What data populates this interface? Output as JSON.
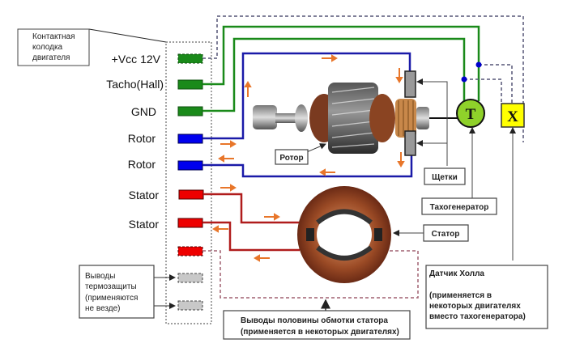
{
  "connector_block": {
    "title_lines": [
      "Контактная",
      "колодка",
      "двигателя"
    ],
    "pins": [
      {
        "label": "+Vcc 12V",
        "color": "#1a8a1a",
        "style": "dashed"
      },
      {
        "label": "Tacho(Hall)",
        "color": "#1a8a1a",
        "style": "solid"
      },
      {
        "label": "GND",
        "color": "#1a8a1a",
        "style": "solid"
      },
      {
        "label": "Rotor",
        "color": "#0000ee",
        "style": "solid"
      },
      {
        "label": "Rotor",
        "color": "#0000ee",
        "style": "solid"
      },
      {
        "label": "Stator",
        "color": "#ee0000",
        "style": "solid"
      },
      {
        "label": "Stator",
        "color": "#ee0000",
        "style": "solid"
      },
      {
        "label": "",
        "color": "#ee0000",
        "style": "dashed"
      },
      {
        "label": "",
        "color": "#c8c8c8",
        "style": "dashed"
      },
      {
        "label": "",
        "color": "#c8c8c8",
        "style": "dashed"
      }
    ]
  },
  "callouts": {
    "rotor": "Ротор",
    "brushes": "Щетки",
    "tachogenerator": "Тахогенератор",
    "stator": "Статор",
    "hall_sensor": {
      "title": "Датчик Холла",
      "note_lines": [
        "(применяется в",
        "некоторых двигателях",
        "вместо тахогенератора)"
      ]
    },
    "thermal_protection": [
      "Выводы",
      "термозащиты",
      "(применяются",
      "не везде)"
    ],
    "half_winding": [
      "Выводы половины обмотки статора",
      "(применяется в некоторых двигателях)"
    ]
  },
  "symbols": {
    "tacho_letter": "T",
    "hall_letter": "X"
  },
  "colors": {
    "green_wire": "#1a8a1a",
    "blue_wire": "#1a1aa8",
    "red_wire": "#b01c1c",
    "current_arrow": "#e8762a",
    "tacho_fill": "#8fd12a",
    "hall_fill": "#ffff00",
    "dashed_wire": "#555577"
  }
}
